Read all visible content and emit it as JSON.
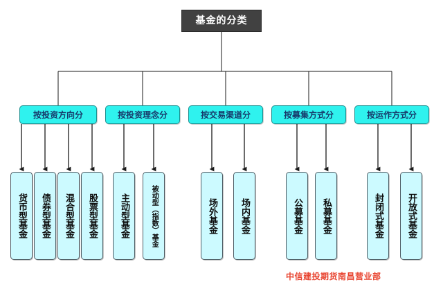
{
  "diagram": {
    "type": "tree-org-chart",
    "root": {
      "label": "基金的分类"
    },
    "categories": [
      {
        "label": "按投资方向分"
      },
      {
        "label": "按投资理念分"
      },
      {
        "label": "按交易渠道分"
      },
      {
        "label": "按募集方式分"
      },
      {
        "label": "按运作方式分"
      }
    ],
    "leaves": [
      {
        "label": "货币型基金",
        "parent": "按投资方向分"
      },
      {
        "label": "债券型基金",
        "parent": "按投资方向分"
      },
      {
        "label": "混合型基金",
        "parent": "按投资方向分"
      },
      {
        "label": "股票型基金",
        "parent": "按投资方向分"
      },
      {
        "label": "主动型基金",
        "parent": "按投资理念分"
      },
      {
        "label": "被动型（指数）基金",
        "parent": "按投资理念分"
      },
      {
        "label": "场外基金",
        "parent": "按交易渠道分"
      },
      {
        "label": "场内基金",
        "parent": "按交易渠道分"
      },
      {
        "label": "公募基金",
        "parent": "按募集方式分"
      },
      {
        "label": "私募基金",
        "parent": "按募集方式分"
      },
      {
        "label": "封闭式基金",
        "parent": "按运作方式分"
      },
      {
        "label": "开放式基金",
        "parent": "按运作方式分"
      }
    ],
    "footer": {
      "credit": "中信建投期货南昌营业部"
    },
    "colors": {
      "root_fill": "#414141",
      "root_text": "#ffffff",
      "category_fill": "#2ff2ee",
      "category_text": "#173a6b",
      "leaf_fill": "#ccfaff",
      "leaf_text": "#0d0d0d",
      "connector": "#1a1a1a",
      "footer_text": "#e8432f",
      "background": "#ffffff"
    }
  }
}
